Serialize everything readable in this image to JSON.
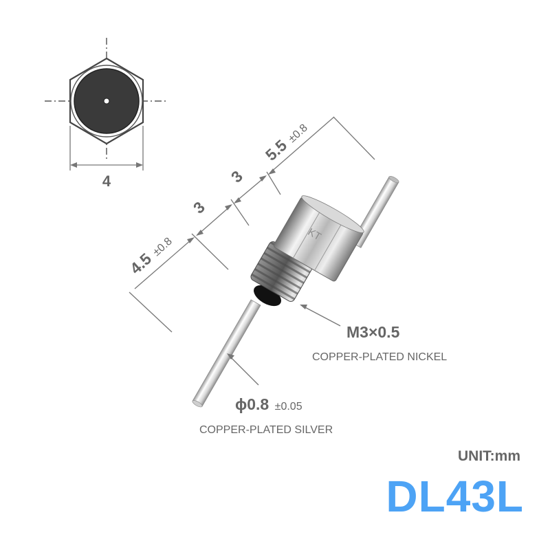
{
  "hex_view": {
    "width_dim": "4"
  },
  "dims": {
    "d1_value": "4.5",
    "d1_tol": "±0.8",
    "d2_value": "3",
    "d3_value": "3",
    "d4_value": "5.5",
    "d4_tol": "±0.8"
  },
  "thread": {
    "spec": "M3×0.5",
    "material": "COPPER-PLATED NICKEL"
  },
  "pin": {
    "diameter": "ϕ0.8",
    "tol": "±0.05",
    "material": "COPPER-PLATED SILVER"
  },
  "part": {
    "marking": "KT",
    "unit": "UNIT:mm",
    "model": "DL43L"
  },
  "colors": {
    "accent": "#4da3f5",
    "text": "#666666"
  }
}
